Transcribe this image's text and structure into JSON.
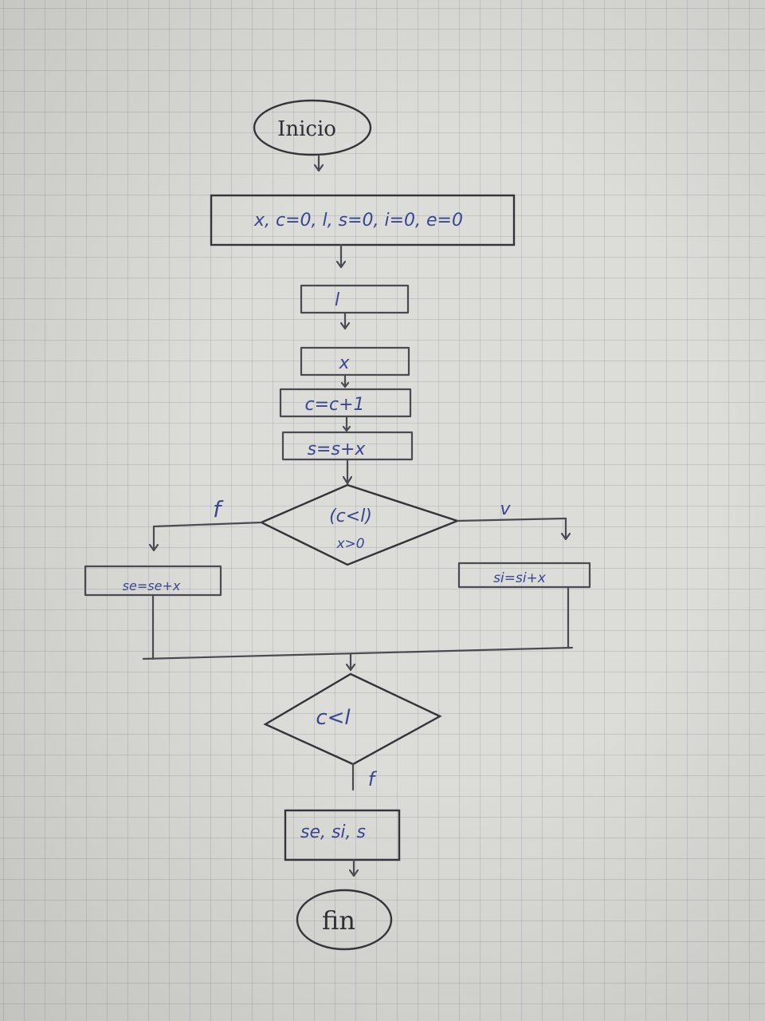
{
  "flowchart": {
    "start": "Inicio",
    "init": "x, c=0, l, s=0, i=0, e=0",
    "input_l": "l",
    "input_x": "x",
    "count": "c=c+1",
    "sum": "s=s+x",
    "decision_1": {
      "line1": "(c<l)",
      "line2": "x>0",
      "false_label": "f",
      "true_label": "v"
    },
    "false_branch": "se=se+x",
    "true_branch": "si=si+x",
    "decision_2": {
      "text": "c<l",
      "false_label": "f"
    },
    "output": "se, si, s",
    "end": "fin"
  },
  "colors": {
    "paper": "#dcdcd8",
    "grid": "#969ba5",
    "ink": "#4a4a52",
    "text_ink": "#3a4690"
  }
}
